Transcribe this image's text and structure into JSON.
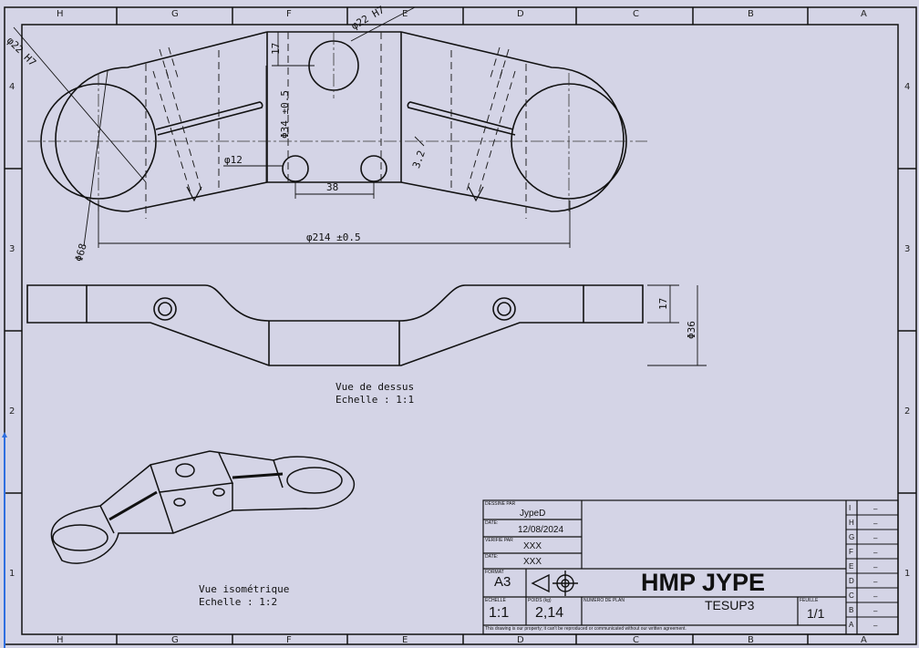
{
  "sheet": {
    "zones_top": [
      "H",
      "G",
      "F",
      "E",
      "D",
      "C",
      "B",
      "A"
    ],
    "zones_bottom": [
      "H",
      "G",
      "F",
      "E",
      "D",
      "C",
      "B",
      "A"
    ],
    "zones_left": [
      "4",
      "3",
      "2",
      "1"
    ],
    "zones_right": [
      "4",
      "3",
      "2",
      "1"
    ]
  },
  "dimensions": {
    "dia_22_h7_left": "φ22 H7",
    "dia_22_h7_top": "φ22 H7",
    "dim_17_top": "17",
    "dim_34": "Φ34 ±0.5",
    "dim_12": "φ12",
    "dim_38": "38",
    "dim_3_2": "3.2",
    "dia_68": "Φ68",
    "dia_214": "φ214 ±0.5",
    "dim_17_side": "17",
    "dia_36": "Φ36"
  },
  "views": {
    "top_title": "Vue de dessus",
    "top_scale": "Echelle :  1:1",
    "iso_title": "Vue isométrique",
    "iso_scale": "Echelle :  1:2"
  },
  "title_block": {
    "drawn_by_label": "DESSINE PAR",
    "drawn_by": "JypeD",
    "date_label": "DATE:",
    "date": "12/08/2024",
    "checked_label": "VERIFIE PAR",
    "checked": "XXX",
    "date2_label": "DATE:",
    "date2": "XXX",
    "format_label": "FORMAT",
    "format": "A3",
    "company": "HMP  JYPE",
    "scale_label": "ECHELLE",
    "scale": "1:1",
    "weight_label": "POIDS (kg)",
    "weight": "2,14",
    "number_label": "NUMERO DE PLAN",
    "part": "TESUP3",
    "sheet_label": "FEUILLE",
    "sheet": "1/1",
    "disclaimer": "This drawing is our property; it can't be reproduced or communicated without our written agreement.",
    "revisions": [
      "I",
      "H",
      "G",
      "F",
      "E",
      "D",
      "C",
      "B",
      "A"
    ],
    "revision_marks": [
      "–",
      "–",
      "–",
      "–",
      "–",
      "–",
      "–",
      "–",
      "–"
    ]
  }
}
